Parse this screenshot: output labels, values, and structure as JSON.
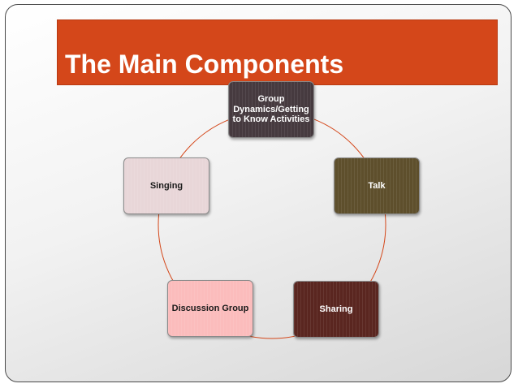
{
  "slide": {
    "title": "The Main Components"
  },
  "cycle": {
    "nodes": [
      {
        "label": "Group Dynamics/Getting to Know Activities",
        "color": "#463a3f",
        "text_color": "#ffffff"
      },
      {
        "label": "Talk",
        "color": "#5e4f2c",
        "text_color": "#ffffff"
      },
      {
        "label": "Sharing",
        "color": "#5a2620",
        "text_color": "#ffffff"
      },
      {
        "label": "Discussion Group",
        "color": "#fbbcbc",
        "text_color": "#1a1a1a"
      },
      {
        "label": "Singing",
        "color": "#e8d6d8",
        "text_color": "#1a1a1a"
      }
    ],
    "connector_color": "#d4471a",
    "title_band_color": "#d4471a"
  }
}
